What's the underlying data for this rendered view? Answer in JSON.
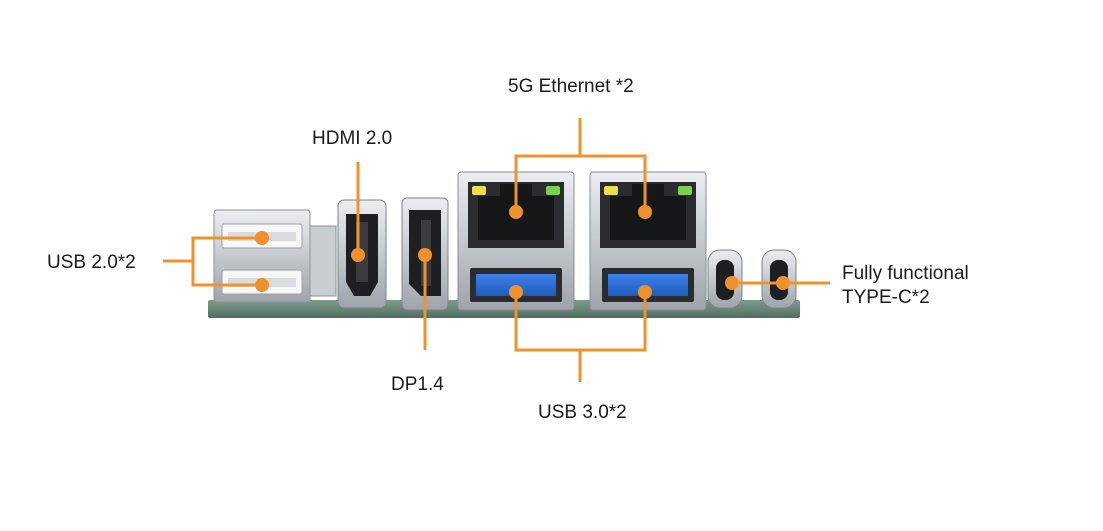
{
  "labels": {
    "ethernet": "5G Ethernet *2",
    "hdmi": "HDMI 2.0",
    "usb2": "USB 2.0*2",
    "dp": "DP1.4",
    "usb3": "USB 3.0*2",
    "typec_line1": "Fully functional",
    "typec_line2": "TYPE-C*2"
  },
  "colors": {
    "callout": "#f0922b",
    "pcb": "#6a8a7a",
    "metal": "#c9cdd2",
    "port_black": "#1e1f22",
    "usb3_blue": "#2b6fd6",
    "led_yellow": "#e9df4a",
    "led_green": "#7ccf52"
  }
}
